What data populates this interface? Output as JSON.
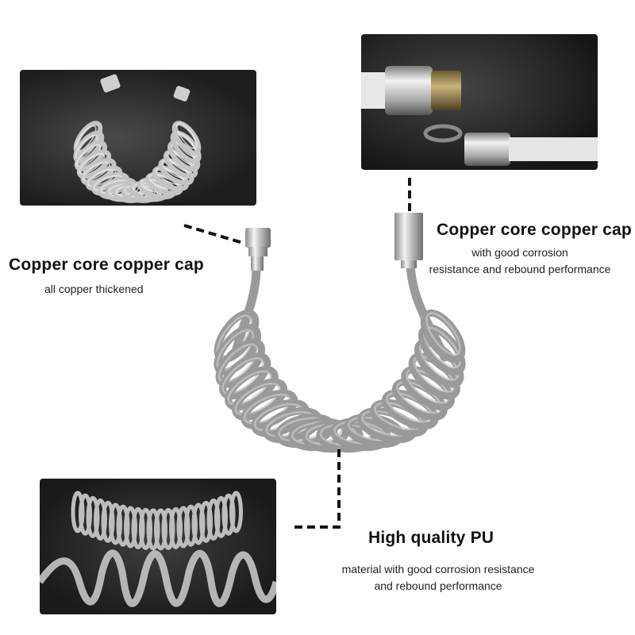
{
  "callouts": {
    "left": {
      "title": "Copper core copper cap",
      "subtitle": "all copper thickened"
    },
    "right": {
      "title": "Copper core copper cap",
      "subtitle_line1": "with good corrosion",
      "subtitle_line2": "resistance and rebound performance"
    },
    "bottom": {
      "title": "High quality PU",
      "subtitle_line1": "material with good corrosion resistance",
      "subtitle_line2": "and rebound performance"
    }
  },
  "colors": {
    "hose": "#9a9a9a",
    "hose_highlight": "#c8c8c8",
    "panel_background": "#2a2a2a",
    "chrome": "#d9d9d9"
  }
}
